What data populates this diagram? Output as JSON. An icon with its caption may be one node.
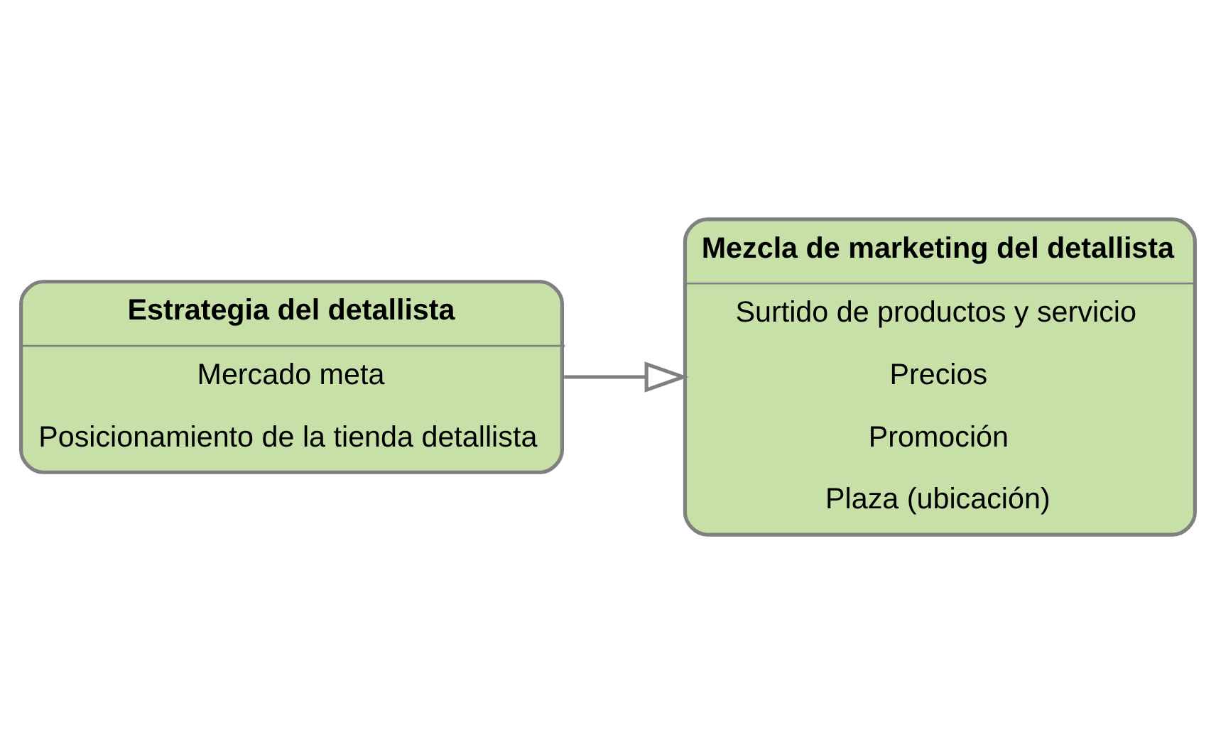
{
  "diagram": {
    "nodes": [
      {
        "text": [
          "Estrategia del detallista",
          "Mercado meta",
          "Posicionamiento de la tienda detallista"
        ]
      },
      {
        "text": [
          "Mezcla de marketing del detallista",
          "Surtido de productos y servicio",
          "Precios",
          "Promoción",
          "Plaza (ubicación)"
        ]
      }
    ],
    "edges": [
      {
        "from": 0,
        "to": 1,
        "arrow": "to"
      }
    ]
  }
}
